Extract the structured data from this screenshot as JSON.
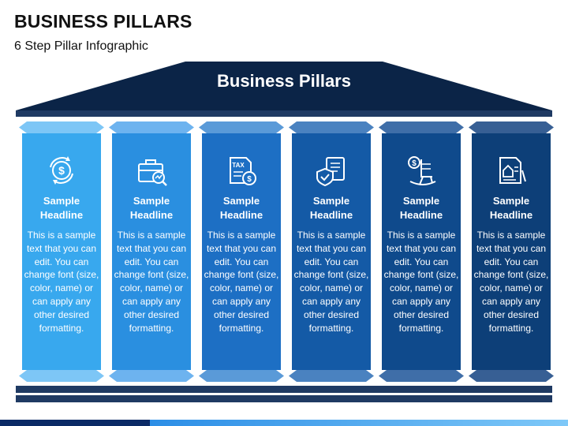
{
  "title": "BUSINESS PILLARS",
  "subtitle": "6 Step Pillar Infographic",
  "roof_title": "Business Pillars",
  "colors": {
    "roof": "#0b2447",
    "beam": "#1f3a63",
    "stripe_light": "#7ec8f8",
    "stripe_dark": "#0b2a66"
  },
  "pillars": [
    {
      "headline": "Sample\nHeadline",
      "text": "This is a sample text that you can edit. You can change font (size, color, name) or can apply any other desired formatting.",
      "icon": "dollar-cycle-icon",
      "shaft": "#38a8ee",
      "cap": "#7dc6f6"
    },
    {
      "headline": "Sample\nHeadline",
      "text": "This is a sample text that you can edit. You can change font (size, color, name) or can apply any other desired formatting.",
      "icon": "briefcase-analysis-icon",
      "shaft": "#2a8fe0",
      "cap": "#6db3ef"
    },
    {
      "headline": "Sample\nHeadline",
      "text": "This is a sample text that you can edit. You can change font (size, color, name) or can apply any other desired formatting.",
      "icon": "tax-document-icon",
      "shaft": "#1d6fc4",
      "cap": "#5a9ad8"
    },
    {
      "headline": "Sample\nHeadline",
      "text": "This is a sample text that you can edit. You can change font (size, color, name) or can apply any other desired formatting.",
      "icon": "secure-document-icon",
      "shaft": "#145aa6",
      "cap": "#4a82c0"
    },
    {
      "headline": "Sample\nHeadline",
      "text": "This is a sample text that you can edit. You can change font (size, color, name) or can apply any other desired formatting.",
      "icon": "retirement-chair-icon",
      "shaft": "#0f4a8c",
      "cap": "#3f6ea8"
    },
    {
      "headline": "Sample\nHeadline",
      "text": "This is a sample text that you can edit. You can change font (size, color, name) or can apply any other desired formatting.",
      "icon": "property-document-icon",
      "shaft": "#0d3f78",
      "cap": "#375f94"
    }
  ]
}
